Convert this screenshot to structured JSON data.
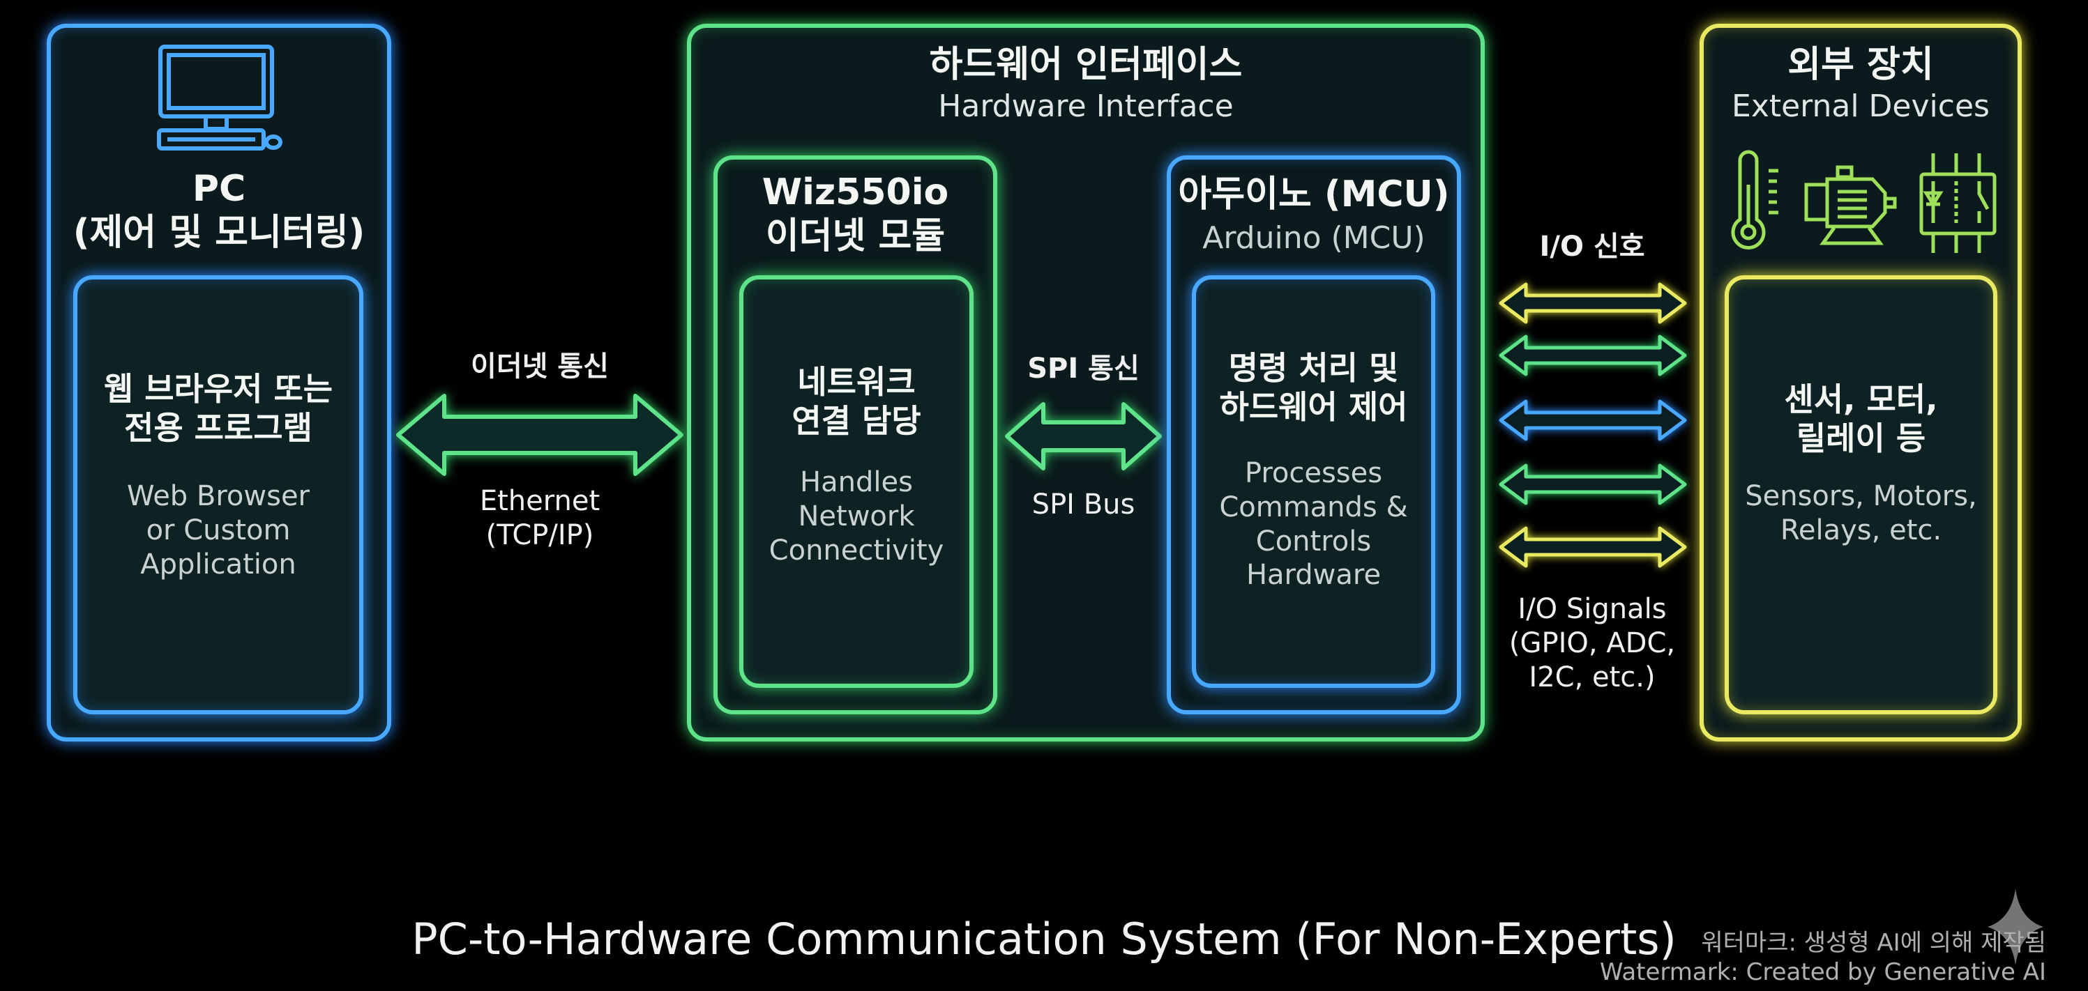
{
  "pc": {
    "title": "PC\n(제어 및 모니터링)",
    "kr": "웹 브라우저 또는\n전용 프로그램",
    "en": "Web Browser\nor Custom\nApplication",
    "icon": "computer-icon"
  },
  "hardware": {
    "title": "하드웨어 인터페이스",
    "subtitle": "Hardware Interface"
  },
  "wiz": {
    "title": "Wiz550io\n이더넷 모듈",
    "kr": "네트워크\n연결 담당",
    "en": "Handles\nNetwork\nConnectivity"
  },
  "arduino": {
    "title": "아두이노 (MCU)",
    "subtitle": "Arduino (MCU)",
    "kr": "명령 처리 및\n하드웨어 제어",
    "en": "Processes\nCommands &\nControls\nHardware"
  },
  "external": {
    "title": "외부 장치",
    "subtitle": "External Devices",
    "kr": "센서, 모터,\n릴레이 등",
    "en": "Sensors, Motors,\nRelays, etc.",
    "icons": [
      "thermometer-icon",
      "motor-icon",
      "relay-icon"
    ]
  },
  "links": {
    "ethernet_kr": "이더넷 통신",
    "ethernet_en": "Ethernet\n(TCP/IP)",
    "spi_kr": "SPI 통신",
    "spi_en": "SPI Bus",
    "io_kr": "I/O 신호",
    "io_en": "I/O Signals\n(GPIO, ADC,\nI2C, etc.)"
  },
  "footer": {
    "title": "PC-to-Hardware Communication System (For Non-Experts)",
    "watermark_kr": "워터마크: 생성형 AI에 의해 제작됨",
    "watermark_en": "Watermark: Created by Generative AI"
  },
  "colors": {
    "blue": "#49a8ff",
    "green": "#5ee38a",
    "yellow": "#e9ea62"
  }
}
